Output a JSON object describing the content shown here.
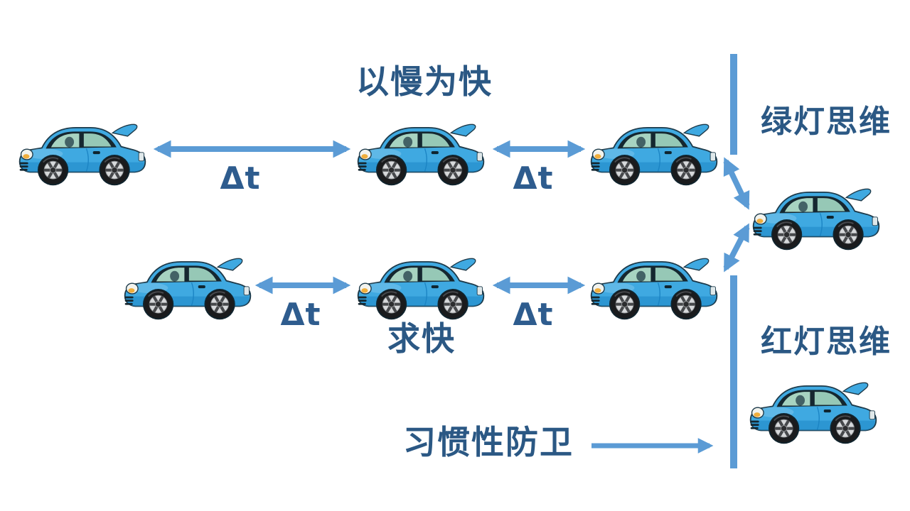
{
  "top_row": {
    "title": "以慢为快",
    "interval_label_1": "Δt",
    "interval_label_2": "Δt"
  },
  "bottom_row": {
    "title": "求快",
    "interval_label_1": "Δt",
    "interval_label_2": "Δt"
  },
  "right_panel": {
    "green_label": "绿灯思维",
    "red_label": "红灯思维"
  },
  "bottom_annotation": {
    "label": "习惯性防卫"
  },
  "colors": {
    "background": "#FFFFFF",
    "arrow_blue": "#5B9BD5",
    "title_text": "#2B5884",
    "interval_text": "#2E5C8E",
    "car_body_blue": "#3FA9E1"
  }
}
